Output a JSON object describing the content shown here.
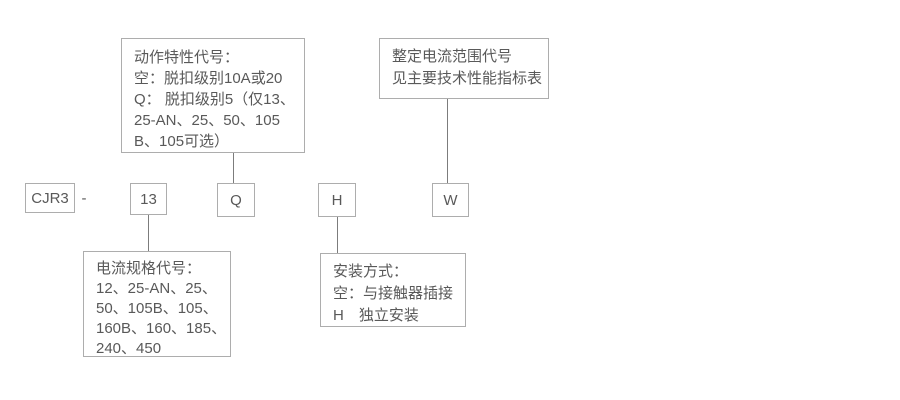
{
  "model": {
    "prefix": "CJR3",
    "separator": "-",
    "codes": {
      "current_spec": "13",
      "action_characteristic": "Q",
      "mounting": "H",
      "setting_current_range": "W"
    }
  },
  "callouts": {
    "action_characteristic": {
      "lines": [
        "动作特性代号：",
        "空：脱扣级别10A或20",
        "Q： 脱扣级别5（仅13、",
        "25-AN、25、50、105",
        "B、105可选）"
      ]
    },
    "setting_current_range": {
      "lines": [
        "整定电流范围代号",
        "见主要技术性能指标表"
      ]
    },
    "current_spec": {
      "lines": [
        "电流规格代号：",
        "12、25-AN、25、",
        "50、105B、105、",
        "160B、160、185、",
        "240、450"
      ]
    },
    "mounting": {
      "lines": [
        "安装方式：",
        "空：与接触器插接",
        "H　独立安装"
      ]
    }
  },
  "colors": {
    "background": "#ffffff",
    "box_border": "#adadad",
    "connector": "#7c7c7c",
    "text": "#595959"
  }
}
